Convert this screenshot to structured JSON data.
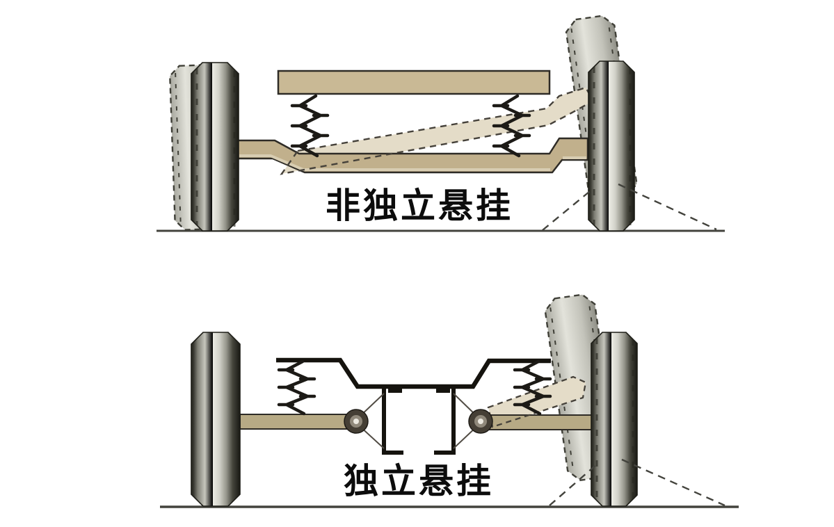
{
  "figure": {
    "top_label": "非独立悬挂",
    "bottom_label": "独立悬挂",
    "top_diagram_parts": [
      "left-wheel",
      "right-wheel",
      "tilted-ghost-wheels",
      "frame-bar",
      "two-coil-springs",
      "solid-axle-beam",
      "tilted-ghost-axle",
      "ground-line",
      "camber-dashed-lines"
    ],
    "bottom_diagram_parts": [
      "left-wheel",
      "right-wheel",
      "tilted-ghost-wheel",
      "black-frame-crossmember",
      "center-mount-box",
      "two-pivot-bushings",
      "two-coil-springs",
      "left-control-arm",
      "right-control-arm",
      "tilted-ghost-control-arm",
      "ground-line",
      "camber-dashed-lines"
    ]
  },
  "colors": {
    "background": "#ffffff",
    "beam_tan": "#c1b08c",
    "beam_highlight": "#d8cdb2",
    "frame_bar_tan": "#c9b995",
    "arm_tan": "#b7aa85",
    "ghost_cream": "#e4dcc8",
    "frame_black": "#15130e",
    "outline_dark": "#2e2b26",
    "ghost_outline": "#45413a",
    "ground_gray": "#43433d",
    "wheel_light": "#ededе6",
    "wheel_dark": "#23231d",
    "label_black": "#0c0c0c"
  }
}
